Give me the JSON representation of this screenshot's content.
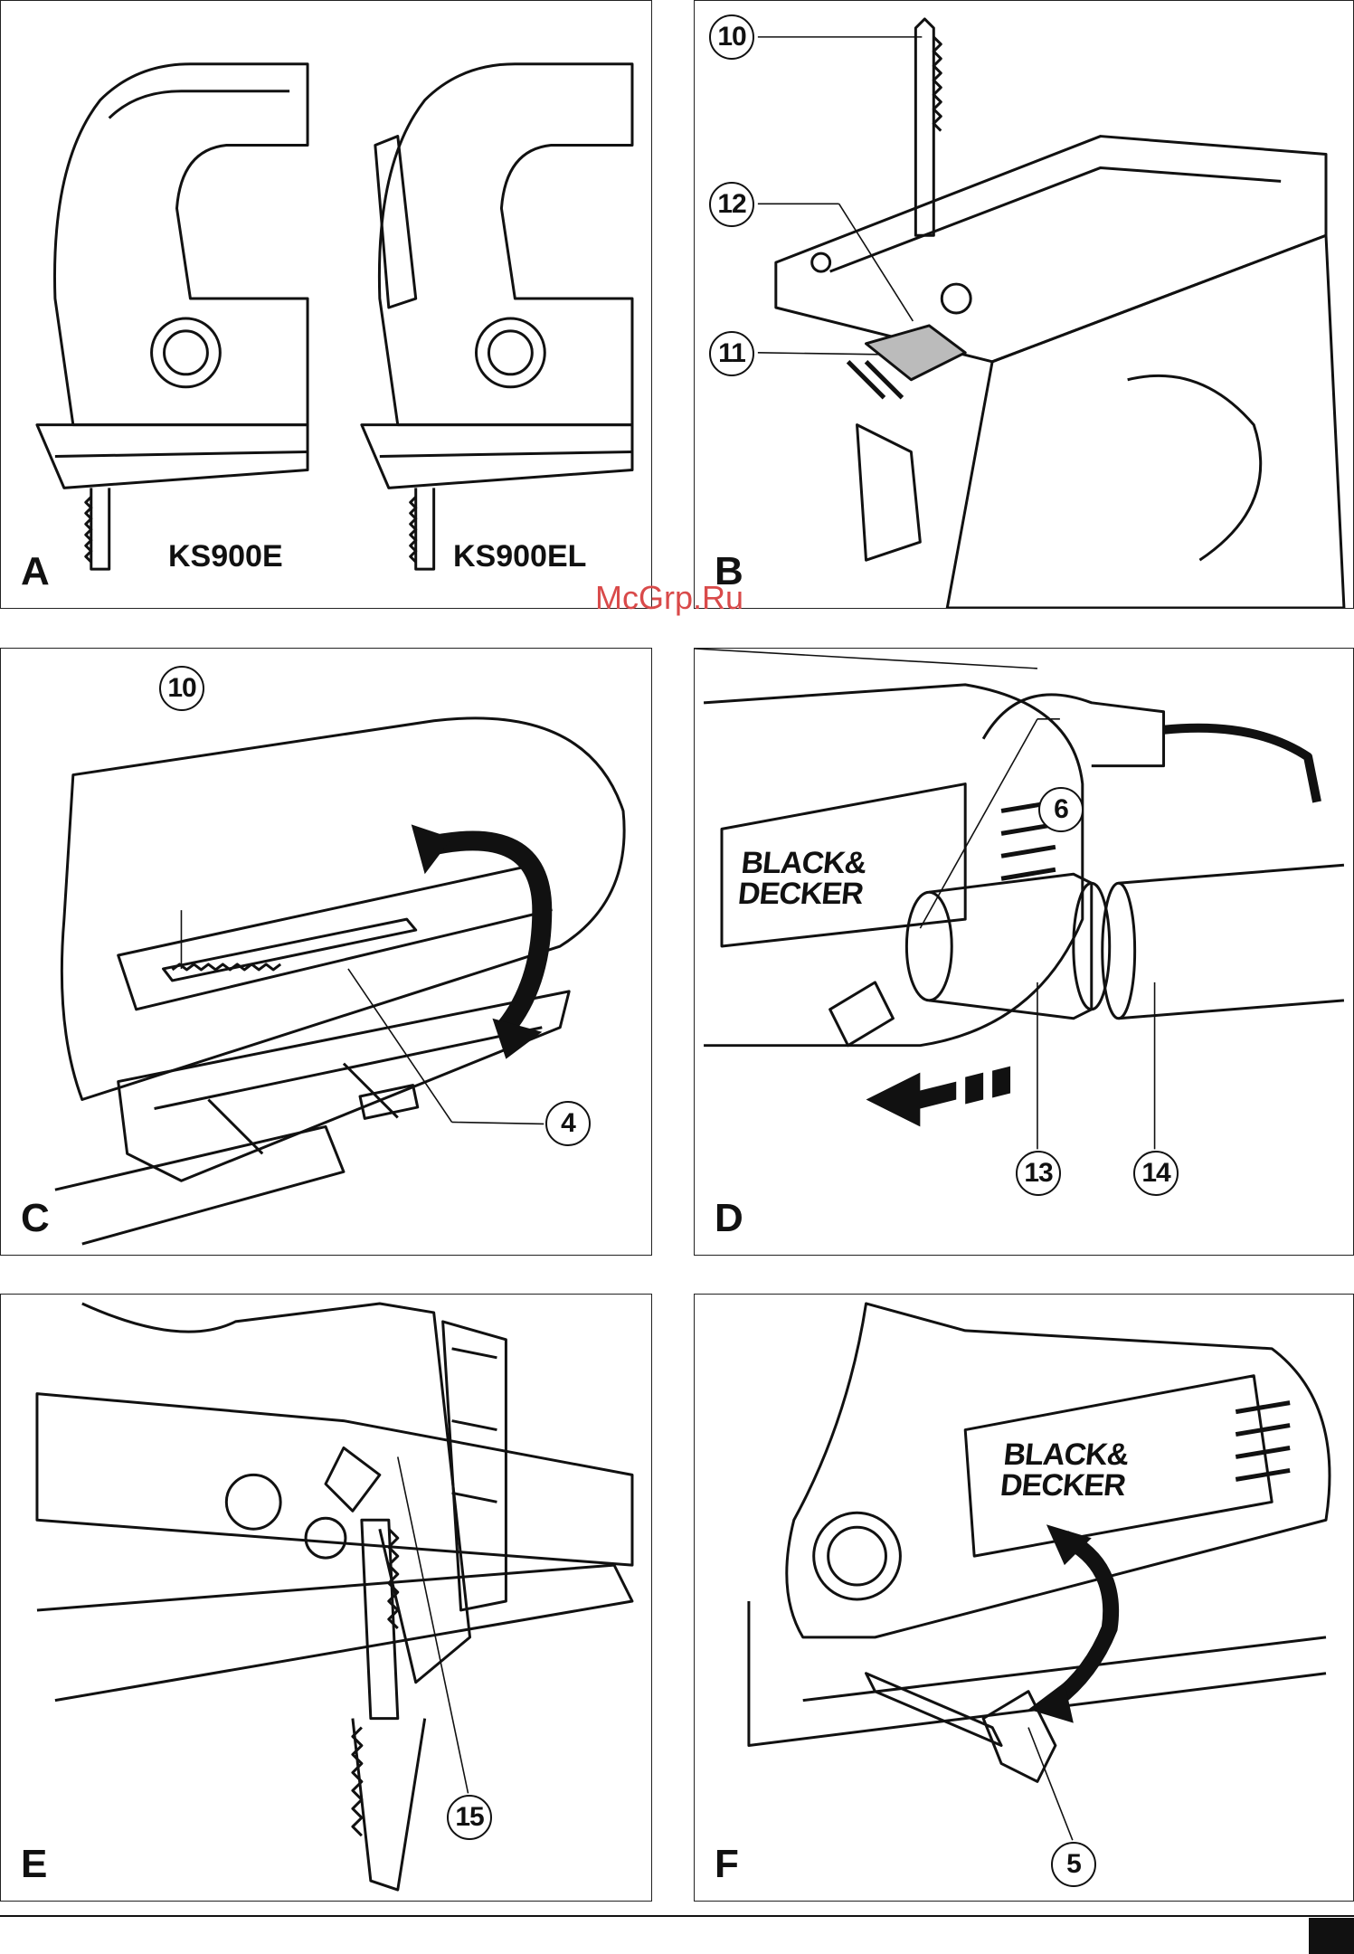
{
  "watermark": "McGrp.Ru",
  "panels": {
    "A": {
      "letter": "A",
      "models": [
        "KS900E",
        "KS900EL"
      ]
    },
    "B": {
      "letter": "B",
      "callouts": [
        "10",
        "12",
        "11"
      ]
    },
    "C": {
      "letter": "C",
      "callouts": [
        "10",
        "4"
      ]
    },
    "D": {
      "letter": "D",
      "callouts": [
        "6",
        "13",
        "14"
      ],
      "brand": [
        "BLACK&",
        "DECKER"
      ]
    },
    "E": {
      "letter": "E",
      "callouts": [
        "15"
      ]
    },
    "F": {
      "letter": "F",
      "callouts": [
        "5"
      ],
      "brand": [
        "BLACK&",
        "DECKER"
      ]
    }
  }
}
